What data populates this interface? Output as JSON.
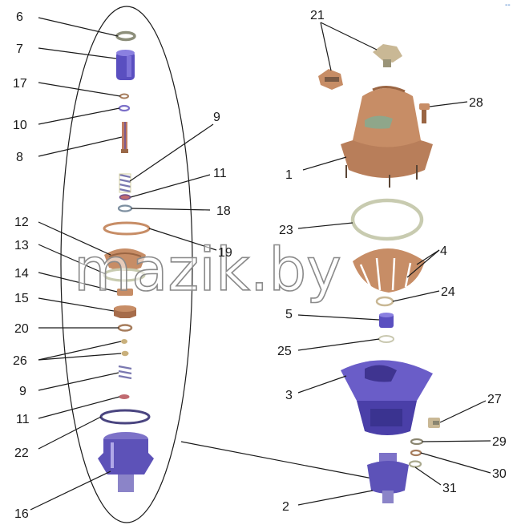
{
  "labels": {
    "l6": "6",
    "l7": "7",
    "l17": "17",
    "l10": "10",
    "l8": "8",
    "l9a": "9",
    "l11a": "11",
    "l18": "18",
    "l12": "12",
    "l19": "19",
    "l13": "13",
    "l14": "14",
    "l15": "15",
    "l20": "20",
    "l26": "26",
    "l9b": "9",
    "l11b": "11",
    "l22": "22",
    "l16": "16",
    "l21": "21",
    "l28": "28",
    "l1": "1",
    "l23": "23",
    "l4": "4",
    "l24": "24",
    "l5": "5",
    "l25": "25",
    "l3": "3",
    "l27": "27",
    "l29": "29",
    "l30": "30",
    "l31": "31",
    "l2": "2"
  },
  "watermark": "mazik.by",
  "corner_mark": "--",
  "colors": {
    "copper": "#c78d66",
    "copper_dark": "#9a6543",
    "purple": "#6a5dc8",
    "purple_dark": "#3f3490",
    "grey_ring": "#c8cbb0"
  }
}
